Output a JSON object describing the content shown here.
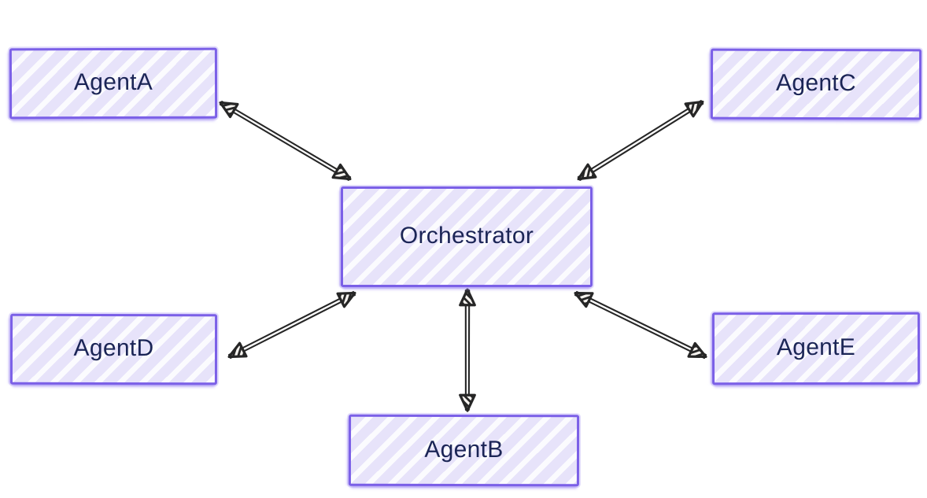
{
  "diagram": {
    "type": "graph",
    "style": "hand-drawn",
    "nodes": [
      {
        "id": "agent-a",
        "label": "AgentA"
      },
      {
        "id": "agent-c",
        "label": "AgentC"
      },
      {
        "id": "orchestrator",
        "label": "Orchestrator"
      },
      {
        "id": "agent-d",
        "label": "AgentD"
      },
      {
        "id": "agent-e",
        "label": "AgentE"
      },
      {
        "id": "agent-b",
        "label": "AgentB"
      }
    ],
    "edges": [
      {
        "from": "AgentA",
        "to": "Orchestrator",
        "direction": "bidirectional"
      },
      {
        "from": "AgentC",
        "to": "Orchestrator",
        "direction": "bidirectional"
      },
      {
        "from": "AgentD",
        "to": "Orchestrator",
        "direction": "bidirectional"
      },
      {
        "from": "AgentE",
        "to": "Orchestrator",
        "direction": "bidirectional"
      },
      {
        "from": "AgentB",
        "to": "Orchestrator",
        "direction": "bidirectional"
      }
    ],
    "colors": {
      "node_fill": "#e7e3fa",
      "node_stripe": "#ffffff",
      "node_border": "#7b60e7",
      "node_halo": "#a38ef4",
      "label_text": "#1b2556",
      "arrow": "#262626",
      "background": "#ffffff"
    }
  }
}
